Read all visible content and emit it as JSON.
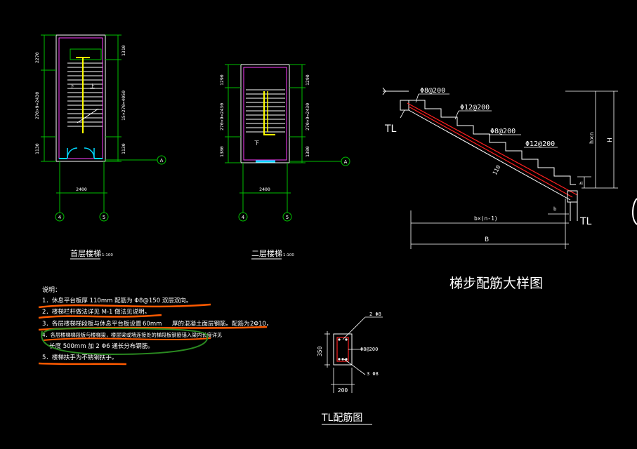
{
  "colors": {
    "background": "#000000",
    "dim": "#00c000",
    "white": "#ffffff",
    "yellow": "#ffff00",
    "red": "#ff2020",
    "cyan": "#00d8ff",
    "magenta": "#ff40ff",
    "markup_orange": "#ff5a00",
    "markup_green": "#2a8a20"
  },
  "plan1": {
    "title": "首层楼梯",
    "scale": "1:100",
    "dims_left": [
      "2270",
      "270×9=2430",
      "1130"
    ],
    "dims_right": [
      "1310",
      "15×270=4050",
      "1130"
    ],
    "width_dim": "2400",
    "axis_a": "A",
    "axis_4": "4",
    "axis_5": "5",
    "down": "下",
    "up": "上"
  },
  "plan2": {
    "title": "二层楼梯",
    "scale": "1:100",
    "dims_left": [
      "1290",
      "270×9=2430",
      "1380"
    ],
    "dims_right": [
      "1290",
      "270×9=2430",
      "1380"
    ],
    "width_dim": "2400",
    "axis_a": "A",
    "axis_4": "4",
    "axis_5": "5",
    "down": "下"
  },
  "detail": {
    "title": "梯步配筋大样图",
    "rebar1": "Φ8@200",
    "rebar2": "Φ12@200",
    "rebar3": "Φ8@200",
    "rebar4": "Φ12@200",
    "tl_top": "TL",
    "tl_bottom": "TL",
    "thickness": "110",
    "length_label": "b×(n-1)",
    "total_label": "B",
    "b_label": "b",
    "h_label": "h",
    "hn_label": "h×n",
    "big_h": "H"
  },
  "notes": {
    "heading": "说明：",
    "line1": "1．休息平台板厚    110mm    配筋为    Φ8@150    双层双向。",
    "line2": "2．楼梯栏杆做法详见        M-1      做法见说明。",
    "line3_a": "3．各层楼梯梯段板与休息平台板设置",
    "line3_b": "60mm",
    "line3_c": "厚的混凝土面层钢筋。配筋为",
    "line3_d": "2Φ10，",
    "line4a": "4．各层楼梯梯段板与楼梯梁，楼层梁或墙连接处的梯段板钢筋锚入梁内长度详见",
    "line4b": "长度 500mm    加 2 Φ6  通长分布钢筋。",
    "line5": "5．楼梯扶手为不锈钢扶手。"
  },
  "beam": {
    "title": "TL配筋图",
    "top_bars": "2 Φ8",
    "stirrup": "Φ8@200",
    "bottom_bars": "3 Φ8",
    "height": "350",
    "width": "200"
  }
}
